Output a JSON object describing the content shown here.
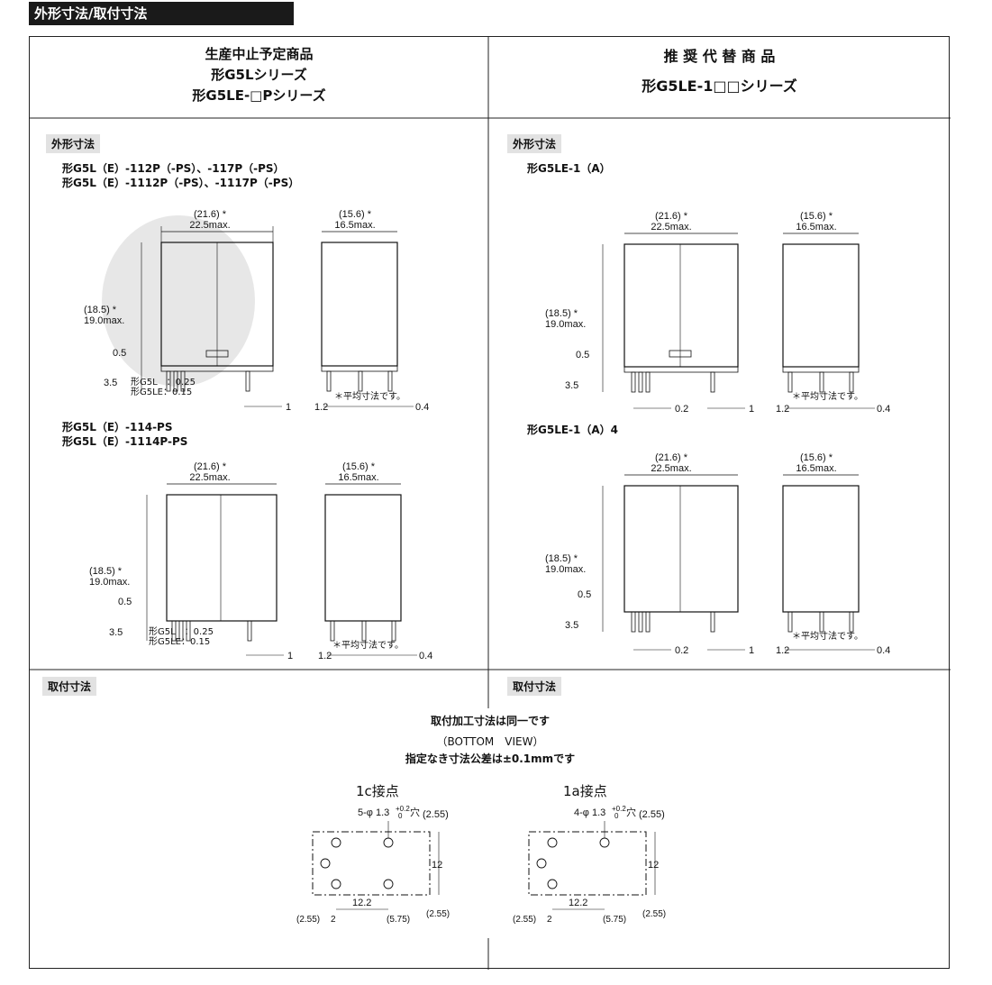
{
  "page": {
    "header": "外形寸法/取付寸法"
  },
  "left": {
    "title_lines": [
      "生産中止予定商品",
      "形G5Lシリーズ",
      "形G5LE-□Pシリーズ"
    ],
    "section_dims": "外形寸法",
    "model1_lines": [
      "形G5L（E）-112P（-PS）、-117P（-PS）",
      "形G5L（E）-1112P（-PS）、-1117P（-PS）"
    ],
    "model2_lines": [
      "形G5L（E）-114-PS",
      "形G5L（E）-1114P-PS"
    ],
    "section_mount": "取付寸法"
  },
  "right": {
    "title_lines": [
      "推 奨 代 替 商 品",
      "形G5LE-1□□シリーズ"
    ],
    "section_dims": "外形寸法",
    "model1_lines": [
      "形G5LE-1（A）"
    ],
    "model2_lines": [
      "形G5LE-1（A）4"
    ],
    "section_mount": "取付寸法"
  },
  "dims": {
    "front_width_typ": "(21.6) *",
    "front_width_max": "22.5max.",
    "side_width_typ": "(15.6) *",
    "side_width_max": "16.5max.",
    "height_typ": "(18.5) *",
    "height_max": "19.0max.",
    "gap": "0.5",
    "pin_length": "3.5",
    "pin_pitch_right": "1",
    "pin_thick_left": "0.2",
    "side_pin_left": "1.2",
    "side_pin_right": "0.4",
    "note_avg": "＊平均寸法です。",
    "thickness_g5l": "形G5L　：0.25",
    "thickness_g5le": "形G5LE：0.15"
  },
  "mounting": {
    "same_note": "取付加工寸法は同一です",
    "view": "（BOTTOM　VIEW）",
    "tolerance": "指定なき寸法公差は±0.1mmです",
    "contact_1c": "1c接点",
    "contact_1a": "1a接点",
    "hole_1c": "5-φ 1.3",
    "hole_1a": "4-φ 1.3",
    "hole_tol_upper": "+0.2",
    "hole_tol_lower": "0",
    "hole_suffix": "穴",
    "dim_top_right": "(2.55)",
    "dim_height": "12",
    "dim_width": "12.2",
    "dim_bottom_left": "(2.55)",
    "dim_two": "2",
    "dim_bottom_mid": "(5.75)",
    "dim_bottom_right": "(2.55)"
  }
}
